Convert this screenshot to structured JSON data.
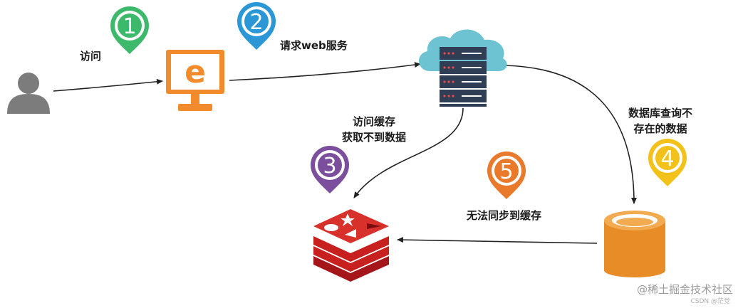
{
  "steps": [
    {
      "number": "1",
      "label": "访问",
      "color": "#3cb96a"
    },
    {
      "number": "2",
      "label": "请求web服务",
      "color": "#2b97d6"
    },
    {
      "number": "3",
      "label_line1": "访问缓存",
      "label_line2": "获取不到数据",
      "color": "#7b4f9e"
    },
    {
      "number": "4",
      "label_line1": "数据库查询不",
      "label_line2": "存在的数据",
      "color": "#f2c21b"
    },
    {
      "number": "5",
      "label": "无法同步到缓存",
      "color": "#e97a2c"
    }
  ],
  "nodes": {
    "user": {
      "icon": "user-icon",
      "color": "#7c7c7c"
    },
    "browser": {
      "icon": "ie-browser-icon",
      "letter": "e",
      "color": "#f28b2c"
    },
    "server": {
      "icon": "cloud-server-icon",
      "cloud_color": "#6ec3d3",
      "server_color": "#2f3d55"
    },
    "cache": {
      "icon": "redis-icon",
      "color": "#c8201e"
    },
    "database": {
      "icon": "database-icon",
      "color": "#e88c27"
    }
  },
  "watermark": {
    "main": "@稀土掘金技术社区",
    "sub": "CSDN @茫觉"
  }
}
